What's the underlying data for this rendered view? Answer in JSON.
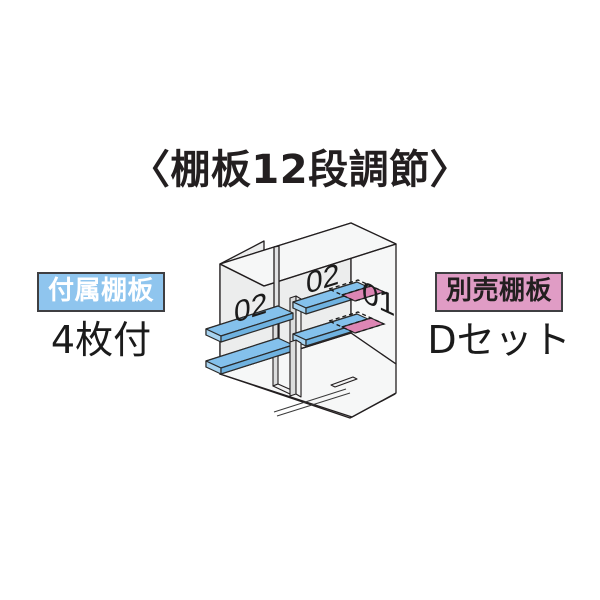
{
  "page": {
    "background_color": "#ffffff",
    "title": "〈棚板12段調節〉"
  },
  "labels": {
    "left": {
      "badge_text": "付属棚板",
      "badge_bg": "#8fc5ee",
      "badge_fg": "#ffffff",
      "sub_text": "4枚付"
    },
    "right": {
      "badge_text": "別売棚板",
      "badge_bg": "#e09cc5",
      "badge_fg": "#231f20",
      "sub_text": "Dセット"
    }
  },
  "diagram": {
    "name": "storage-shed-shelf-isometric",
    "body_color": "#eceded",
    "outline_color": "#231f20",
    "included_shelf_color": "#84c1ec",
    "optional_shelf_color": "#dd86b4",
    "bay_numbers": [
      {
        "id": "bay-left",
        "text": "02"
      },
      {
        "id": "bay-middle",
        "text": "02"
      },
      {
        "id": "bay-right",
        "text": "01"
      }
    ],
    "included_shelf_count": 4,
    "optional_shelf_count": 2
  }
}
